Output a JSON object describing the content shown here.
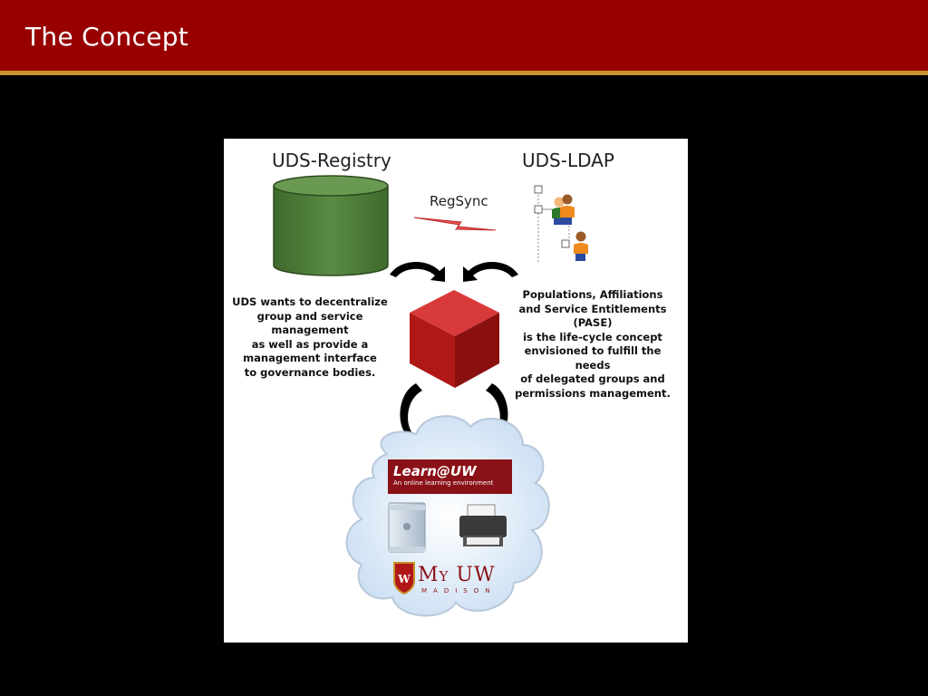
{
  "slide": {
    "title": "The Concept"
  },
  "diagram": {
    "registry_label": "UDS-Registry",
    "ldap_label": "UDS-LDAP",
    "regsync_label": "RegSync",
    "left_text": "UDS wants to decentralize\ngroup and service\nmanagement\nas well as provide a\nmanagement interface\nto governance bodies.",
    "right_text": "Populations, Affiliations\nand Service Entitlements\n(PASE)\nis the life-cycle concept\nenvisioned to fulfill the needs\nof delegated groups and\npermissions management.",
    "learn_title": "Learn@UW",
    "learn_subtitle": "An online learning environment",
    "myuw": "My UW",
    "madison": "MADISON",
    "colors": {
      "header": "#980000",
      "accent": "#c9932c",
      "registry": "#4e7a3a",
      "cube": "#b01818",
      "cloud": "#dbe9f7"
    },
    "icons": [
      "database-icon",
      "lightning-bolt-icon",
      "people-tree-icon",
      "cube-icon",
      "cloud-icon",
      "computer-icon",
      "printer-icon",
      "crest-icon"
    ]
  }
}
